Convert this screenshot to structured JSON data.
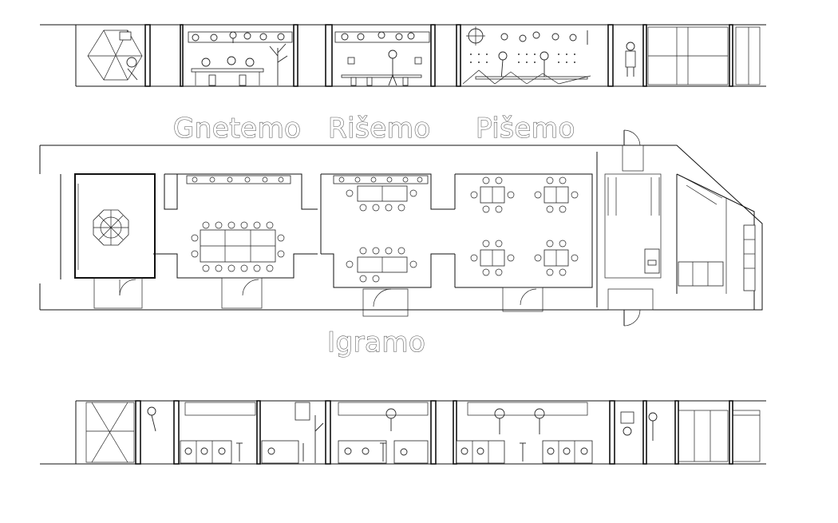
{
  "drawing": {
    "labels": {
      "knead": "Gnetemo",
      "draw": "Rišemo",
      "write": "Pišemo",
      "play": "Igramo"
    }
  }
}
